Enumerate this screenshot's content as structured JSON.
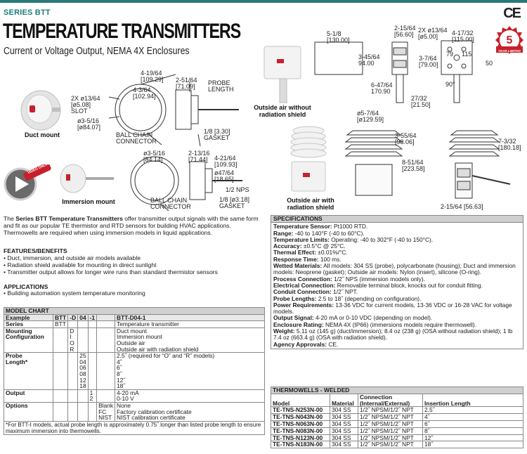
{
  "header": {
    "series": "SERIES BTT",
    "ce_mark": "CE",
    "title": "TEMPERATURE TRANSMITTERS",
    "subtitle": "Current or Voltage Output, NEMA 4X Enclosures",
    "warranty_badge": {
      "number": "5",
      "text": "YEAR LIMITED WARRANTY"
    }
  },
  "diagrams": {
    "duct_mount_label": "Duct mount",
    "immersion_mount_label": "Immersion mount",
    "video_badge": "VIDEO ONLINE",
    "outside_air_label": "Outside air without radiation shield",
    "outside_air_shield_label": "Outside air with radiation shield",
    "duct_dims": [
      "4-19/64\n[109.29]",
      "4-3/64\n[102.94]",
      "2X ø13/64\n[ø5.08]\nSLOT",
      "ø3-5/16\n[ø84.07]",
      "BALL CHAIN\nCONNECTOR",
      "2-51/64\n[71.09]",
      "PROBE\nLENGTH",
      "1/8 [3.30]\nGASKET"
    ],
    "imm_dims": [
      "ø3-5/16\n[84.14]",
      "2-13/16\n[71.44]",
      "4-21/64\n[109.93]",
      "ø47/64\n[18.65]",
      "1/2 NPS",
      "BALL CHAIN\nCONNECTOR",
      "1/8 [ø3.18]\nGASKET"
    ],
    "oa_dims": [
      "5-1/8\n[130.00]",
      "3-45/64\n94.00",
      "6-47/64\n170.90",
      "2-15/64\n[56.60]",
      "2X ø13/64\n[ø5.00]",
      "4-17/32\n[115.00]",
      "3-7/64\n[79.00]",
      "79",
      "115",
      "50",
      "90°",
      "27/32\n[21.50]"
    ],
    "shield_dims": [
      "ø5-7/64\n[ø129.59]",
      "3-55/64\n[98.06]",
      "8-51/64\n[223.58]",
      "7-3/32\n[180.18]",
      "2-15/64 [56.63]"
    ]
  },
  "intro": {
    "lead": "The ",
    "bold": "Series BTT Temperature Transmitters",
    "rest": " offer transmitter output signals with the same form and fit as our popular TE thermistor and RTD sensors for building HVAC applications. Thermowells are required when using immersion models in liquid applications."
  },
  "features": {
    "title": "FEATURES/BENEFITS",
    "items": [
      "• Duct, immersion, and outside air models available",
      "• Radiation shield available for mounting in direct sunlight",
      "• Transmitter output allows for longer wire runs than standard thermistor sensors"
    ]
  },
  "applications": {
    "title": "APPLICATIONS",
    "items": [
      "• Building automation system temperature monitoring"
    ]
  },
  "model_chart": {
    "title": "MODEL CHART",
    "columns": [
      "Example",
      "BTT",
      "-D",
      "04",
      "-1",
      "",
      "BTT-D04-1"
    ],
    "series_row": {
      "label": "Series",
      "code": "BTT",
      "desc": "Temperature transmitter"
    },
    "mounting": {
      "label1": "Mounting",
      "label2": "Configuration",
      "codes": [
        "D",
        "I",
        "O",
        "R"
      ],
      "descs": [
        "Duct mount",
        "Immersion mount",
        "Outside air",
        "Outside air with radiation shield"
      ]
    },
    "probe": {
      "label1": "Probe",
      "label2": "Length*",
      "codes": [
        "25",
        "04",
        "06",
        "08",
        "12",
        "18"
      ],
      "descs": [
        "2.5˝ (required for “O” and “R” models)",
        "4˝",
        "6˝",
        "8˝",
        "12˝",
        "18˝"
      ]
    },
    "output": {
      "label": "Output",
      "codes": [
        "1",
        "2"
      ],
      "descs": [
        "4-20 mA",
        "0-10 V"
      ]
    },
    "options": {
      "label": "Options",
      "codes": [
        "Blank",
        "FC",
        "NIST"
      ],
      "descs": [
        "None",
        "Factory calibration certificate",
        "NIST calibration certificate"
      ]
    },
    "footnote": "*For BTT-I models, actual probe length is approximately 0.75˝ longer than listed probe length to ensure maximum immersion into thermowells."
  },
  "specifications": {
    "title": "SPECIFICATIONS",
    "items": [
      {
        "k": "Temperature Sensor:",
        "v": " Pt1000 RTD."
      },
      {
        "k": "Range:",
        "v": " -40 to 140°F (-40 to 60°C)."
      },
      {
        "k": "Temperature Limits:",
        "v": " Operating: -40 to 302°F (-40 to 150°C)."
      },
      {
        "k": "Accuracy:",
        "v": " ±0.5°C @ 25°C."
      },
      {
        "k": "Thermal Effect:",
        "v": " ±0.01%/°C."
      },
      {
        "k": "Response Time:",
        "v": " 100 ms."
      },
      {
        "k": "Wetted Materials:",
        "v": " All models: 304 SS (probe), polycarbonate (housing); Duct and immersion models: Neoprene (gasket); Outside air models: Nylon (insert), silicone (O-ring)."
      },
      {
        "k": "Process Connection:",
        "v": " 1/2˝ NPS (immersion models only)."
      },
      {
        "k": "Electrical Connection:",
        "v": " Removable terminal block, knocks out for conduit fitting."
      },
      {
        "k": "Conduit Connection:",
        "v": " 1/2˝ NPT."
      },
      {
        "k": "Probe Lengths:",
        "v": " 2.5 to 18˝ (depending on configuration)."
      },
      {
        "k": "Power Requirements:",
        "v": " 13-36 VDC for current models, 13-36 VDC or 16-28 VAC for voltage models."
      },
      {
        "k": "Output Signal:",
        "v": " 4-20 mA or 0-10 VDC (depending on model)."
      },
      {
        "k": "Enclosure Rating:",
        "v": " NEMA 4X (IP66) (immersions models require thermowell)."
      },
      {
        "k": "Weight:",
        "v": " 5.11 oz (145 g) (duct/immersion); 8.4 oz (238 g) (OSA without radiation shield); 1 lb 7.4 oz (663.4 g) (OSA with radiation shield)."
      },
      {
        "k": "Agency Approvals:",
        "v": " CE."
      }
    ]
  },
  "thermowells": {
    "title": "THERMOWELLS - WELDED",
    "headers": [
      "Model",
      "Material",
      "Connection (Internal/External)",
      "Insertion Length"
    ],
    "rows": [
      [
        "TE-TNS-N253N-00",
        "304 SS",
        "1/2˝ NPSM/1/2˝ NPT",
        "2.5˝"
      ],
      [
        "TE-TNS-N043N-00",
        "304 SS",
        "1/2˝ NPSM/1/2˝ NPT",
        "4˝"
      ],
      [
        "TE-TNS-N063N-00",
        "304 SS",
        "1/2˝ NPSM/1/2˝ NPT",
        "6˝"
      ],
      [
        "TE-TNS-N083N-00",
        "304 SS",
        "1/2˝ NPSM/1/2˝ NPT",
        "8˝"
      ],
      [
        "TE-TNS-N123N-00",
        "304 SS",
        "1/2˝ NPSM/1/2˝ NPT",
        "12˝"
      ],
      [
        "TE-TNS-N183N-00",
        "304 SS",
        "1/2˝ NPSM/1/2˝ NPT",
        "18˝"
      ]
    ]
  },
  "colors": {
    "accent": "#1a7f7a",
    "header_gray": "#d0d0d0",
    "badge_red": "#c8202a"
  }
}
